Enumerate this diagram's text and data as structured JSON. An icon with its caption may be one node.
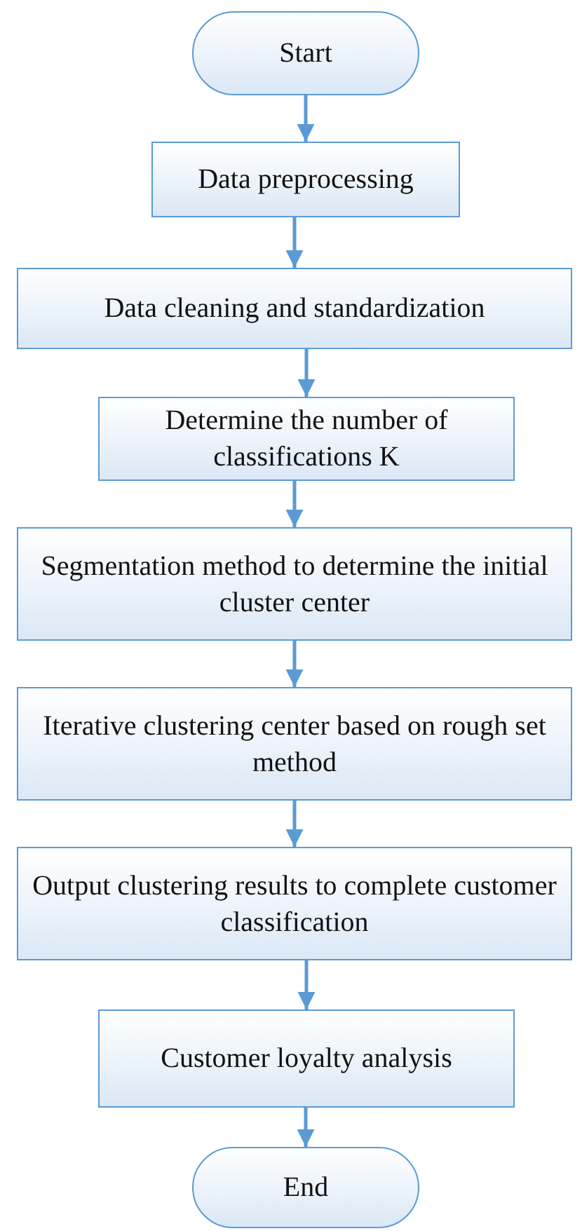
{
  "diagram": {
    "nodes": [
      {
        "text": [
          "Start"
        ]
      },
      {
        "text": [
          "Data preprocessing"
        ]
      },
      {
        "text": [
          "Data cleaning and standardization"
        ]
      },
      {
        "text": [
          "Determine the number of classifications K"
        ]
      },
      {
        "text": [
          "Segmentation method to determine the initial cluster center"
        ]
      },
      {
        "text": [
          "Iterative clustering center based on rough set method"
        ]
      },
      {
        "text": [
          "Output clustering results to complete customer classification"
        ]
      },
      {
        "text": [
          "Customer loyalty analysis"
        ]
      },
      {
        "text": [
          "End"
        ]
      }
    ],
    "edges": [
      {
        "from": 0,
        "to": 1,
        "arrow": "to"
      },
      {
        "from": 1,
        "to": 2,
        "arrow": "to"
      },
      {
        "from": 2,
        "to": 3,
        "arrow": "to"
      },
      {
        "from": 3,
        "to": 4,
        "arrow": "to"
      },
      {
        "from": 4,
        "to": 5,
        "arrow": "to"
      },
      {
        "from": 5,
        "to": 6,
        "arrow": "to"
      },
      {
        "from": 6,
        "to": 7,
        "arrow": "to"
      },
      {
        "from": 7,
        "to": 8,
        "arrow": "to"
      }
    ]
  }
}
